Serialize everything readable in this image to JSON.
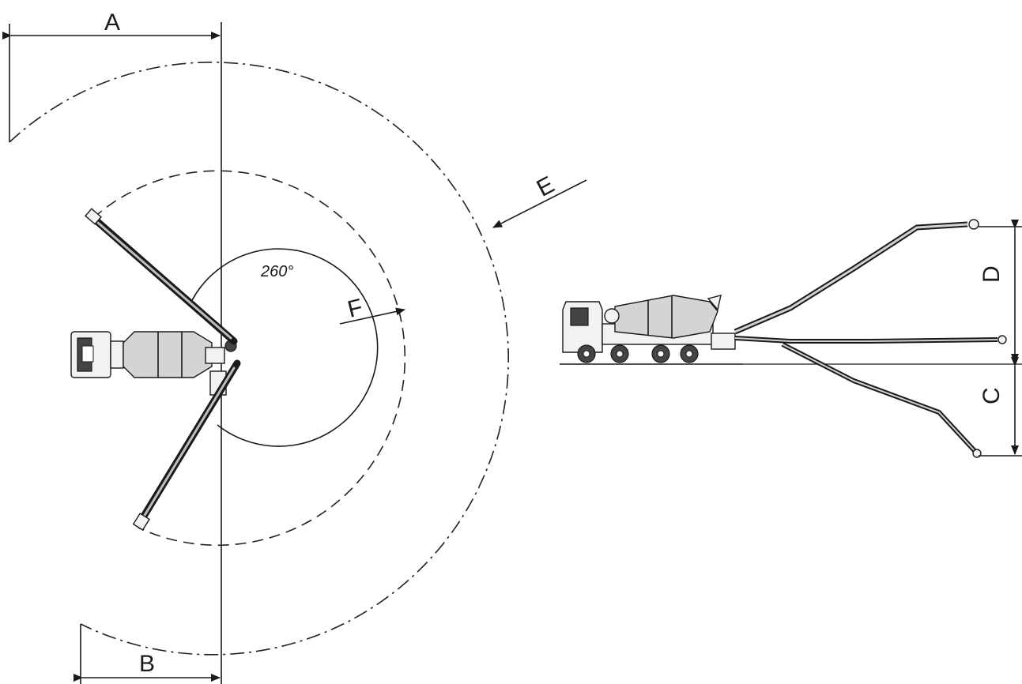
{
  "labels": {
    "a": "A",
    "b": "B",
    "c": "C",
    "d": "D",
    "e": "E",
    "f": "F",
    "slew_angle": "260°"
  },
  "colors": {
    "line": "#1a1a1a",
    "vehicle_fill": "#d4d4d4",
    "background": "#ffffff"
  }
}
